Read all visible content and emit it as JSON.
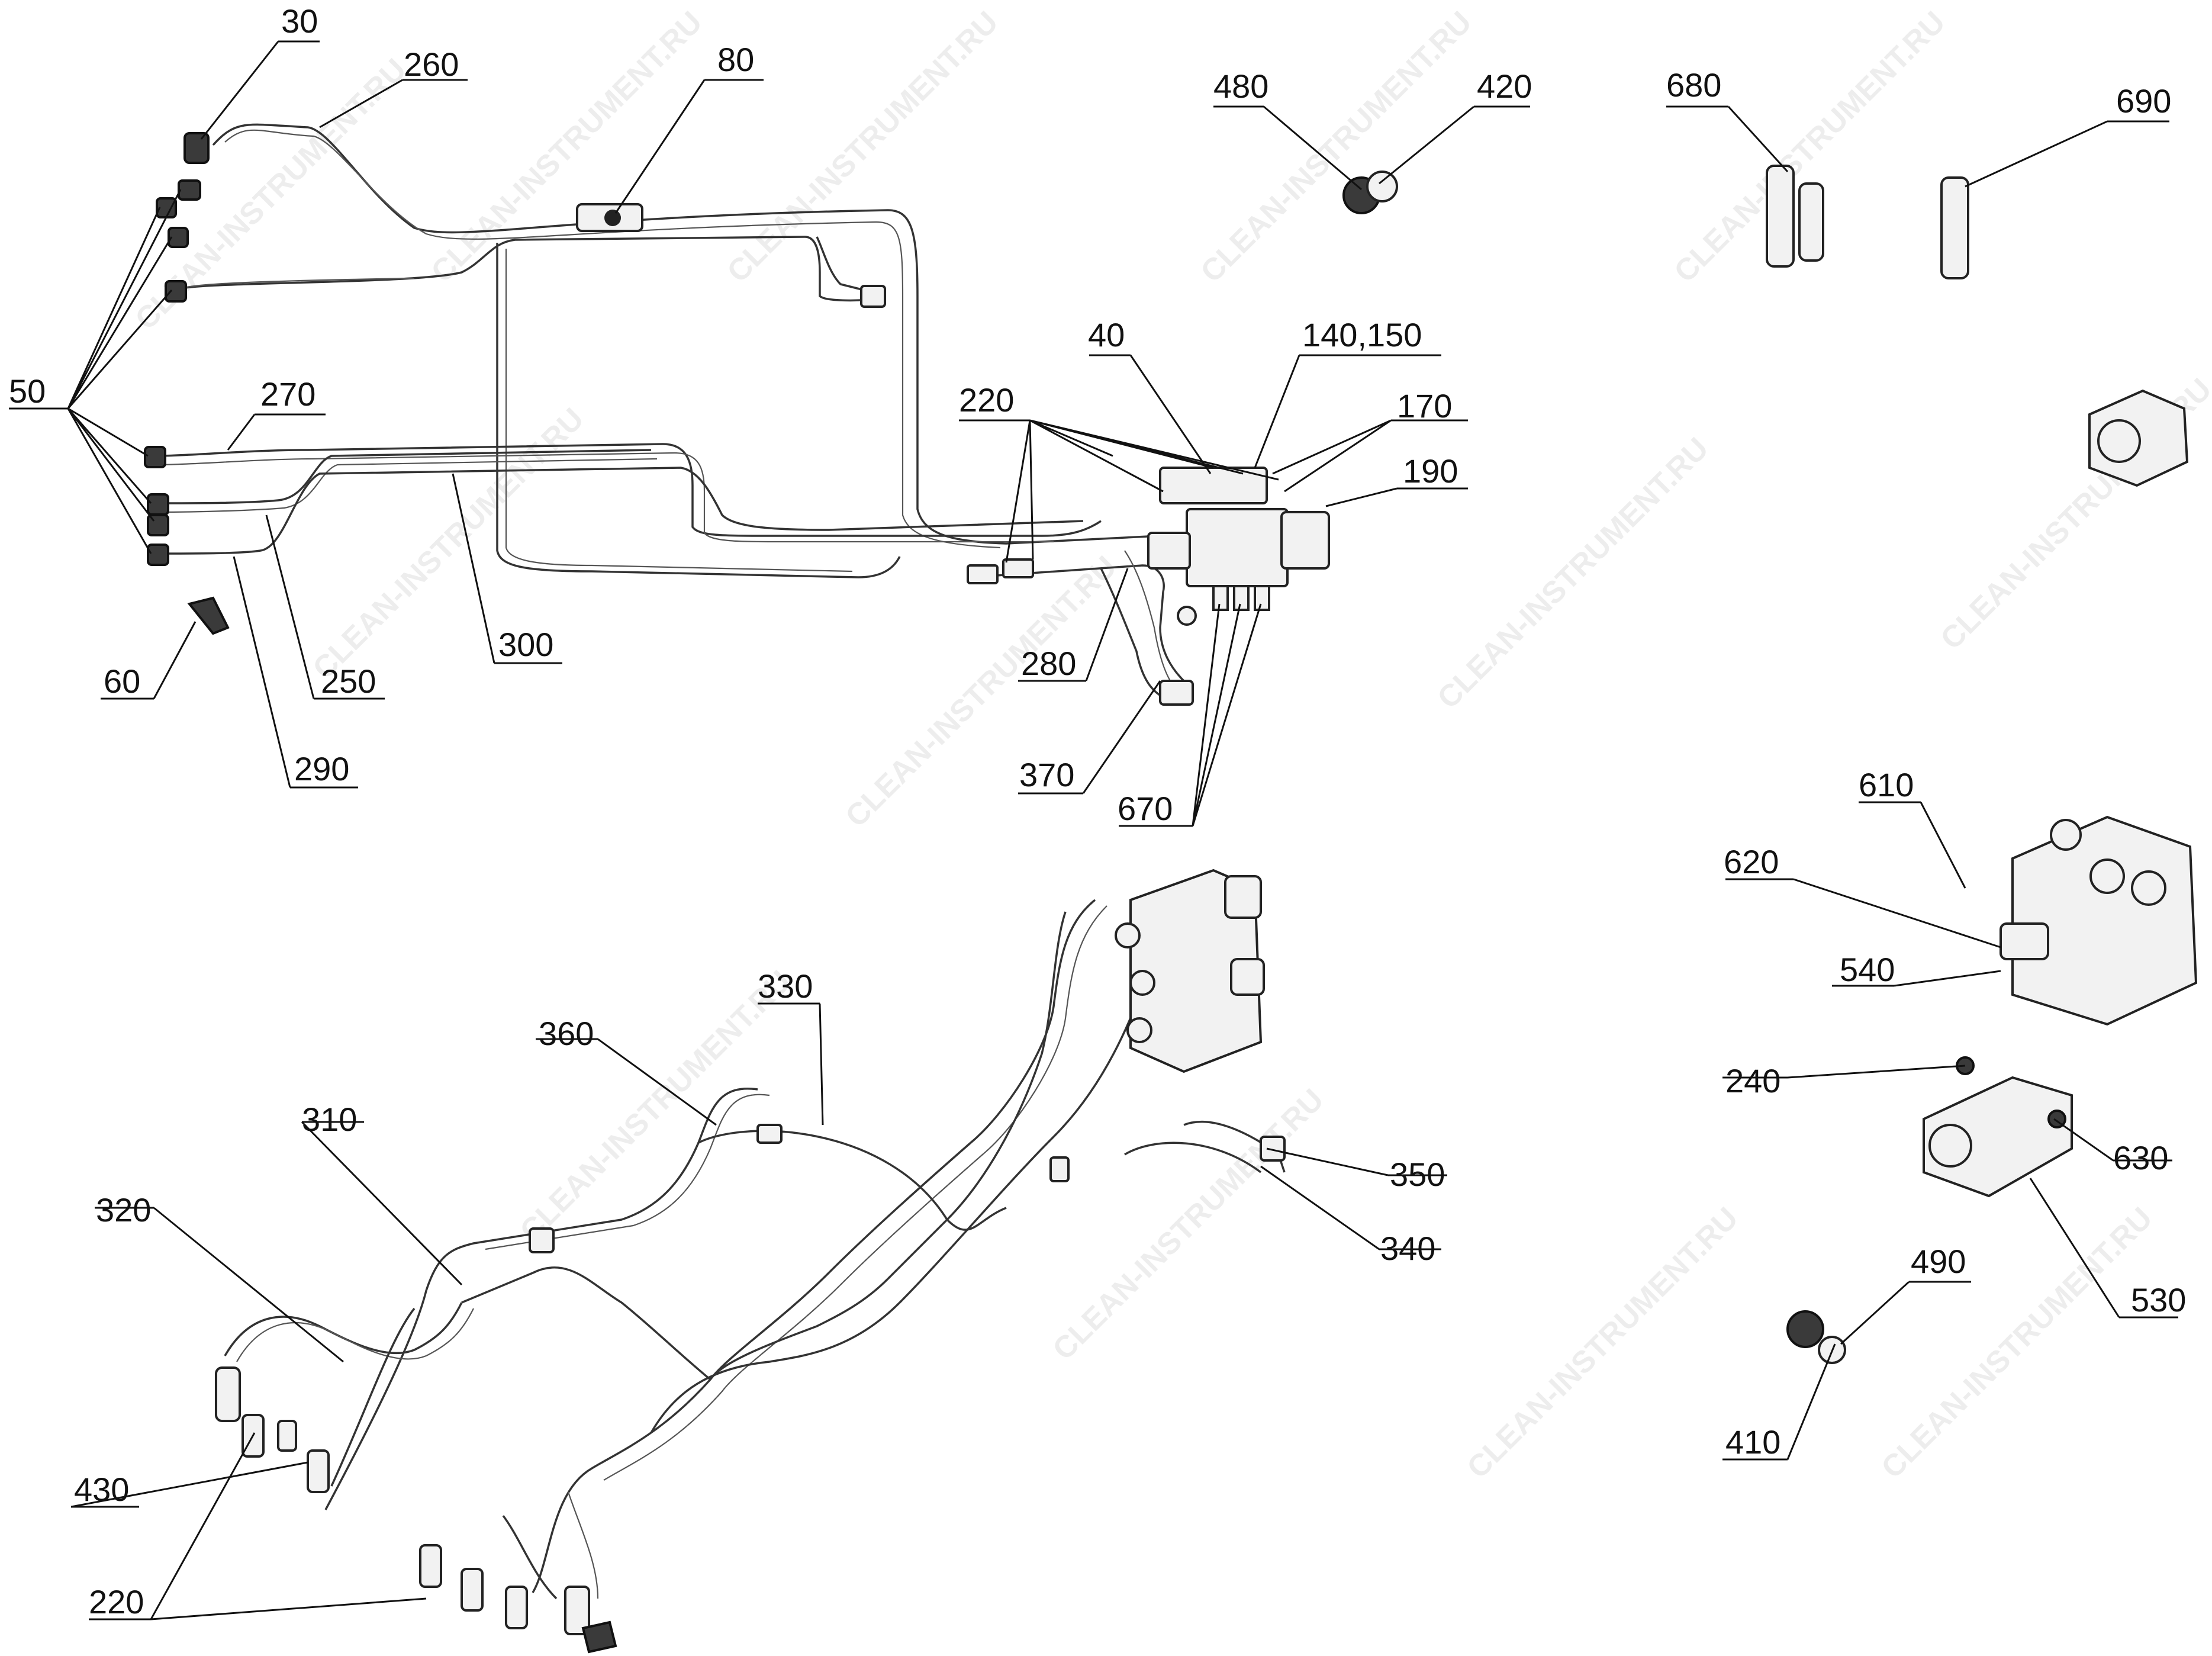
{
  "watermark": "CLEAN-INSTRUMENT.RU",
  "callouts": {
    "c30": "30",
    "c260": "260",
    "c80": "80",
    "c480": "480",
    "c420": "420",
    "c680": "680",
    "c690": "690",
    "c40": "40",
    "c140_150": "140,150",
    "c220a": "220",
    "c170": "170",
    "c190": "190",
    "c50": "50",
    "c270": "270",
    "c60": "60",
    "c300": "300",
    "c250": "250",
    "c290": "290",
    "c280": "280",
    "c370": "370",
    "c670": "670",
    "c610": "610",
    "c620": "620",
    "c540": "540",
    "c330": "330",
    "c360": "360",
    "c310": "310",
    "c320": "320",
    "c350": "350",
    "c340": "340",
    "c240": "240",
    "c630": "630",
    "c530": "530",
    "c490": "490",
    "c410": "410",
    "c430": "430",
    "c220b": "220"
  }
}
